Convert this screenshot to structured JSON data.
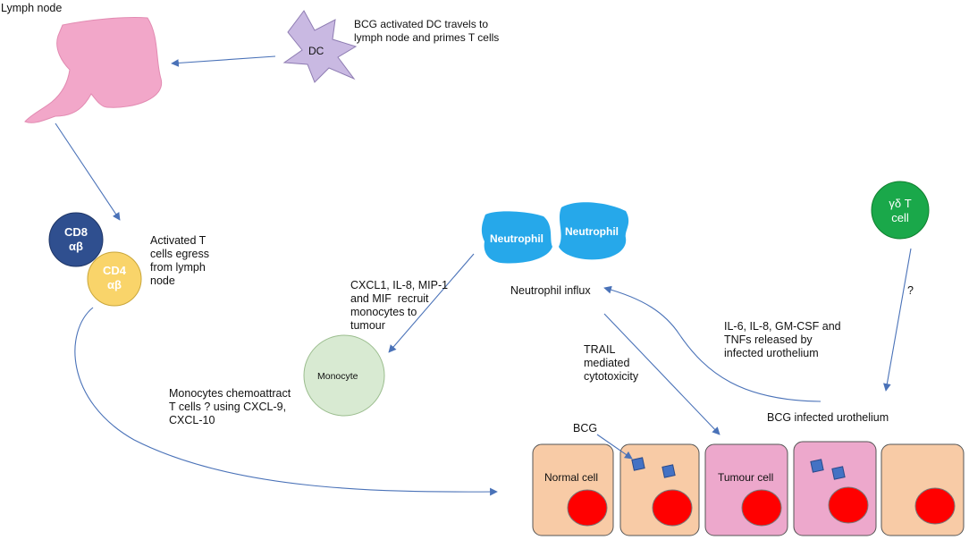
{
  "labels": {
    "lymph_node": "Lymph node",
    "dc": "DC",
    "dc_desc": "BCG activated DC travels to\nlymph node and primes T cells",
    "cd8": "CD8\nαβ",
    "cd4": "CD4\nαβ",
    "t_egress": "Activated T\ncells egress\nfrom lymph\nnode",
    "neutrophil_1": "Neutrophil",
    "neutrophil_2": "Neutrophil",
    "neutrophil_influx": "Neutrophil influx",
    "cxcl1": "CXCL1, IL-8, MIP-1\nand MIF  recruit\nmonocytes to\ntumour",
    "monocyte": "Monocyte",
    "monocyte_desc": "Monocytes chemoattract\nT cells ? using CXCL-9,\nCXCL-10",
    "gd_cell": "γδ T\ncell",
    "question": "?",
    "il6": "IL-6, IL-8, GM-CSF and\nTNFs released by\ninfected urothelium",
    "trail": "TRAIL\nmediated\ncytotoxicity",
    "bcg_infected": "BCG infected urothelium",
    "bcg": "BCG",
    "normal_cell": "Normal cell",
    "tumour_cell": "Tumour cell"
  },
  "colors": {
    "lymph_node": "#f2a7c9",
    "dc": "#c9b9e2",
    "cd8": "#2f4f8f",
    "cd4": "#f9d46a",
    "neutrophil": "#26a8ea",
    "monocyte": "#d8ead2",
    "gd_cell": "#1aa84a",
    "normal_cell": "#f8cba6",
    "tumour_cell": "#eda8cc",
    "nucleus": "#ff0000",
    "bcg": "#4472c4",
    "arrow": "#4a72b8"
  },
  "urothelium_cells": [
    {
      "type": "normal",
      "label": "Normal cell",
      "bcg_count": 0
    },
    {
      "type": "normal",
      "label": "",
      "bcg_count": 2
    },
    {
      "type": "tumour",
      "label": "Tumour cell",
      "bcg_count": 0
    },
    {
      "type": "tumour",
      "label": "",
      "bcg_count": 2
    },
    {
      "type": "normal",
      "label": "",
      "bcg_count": 0
    }
  ]
}
